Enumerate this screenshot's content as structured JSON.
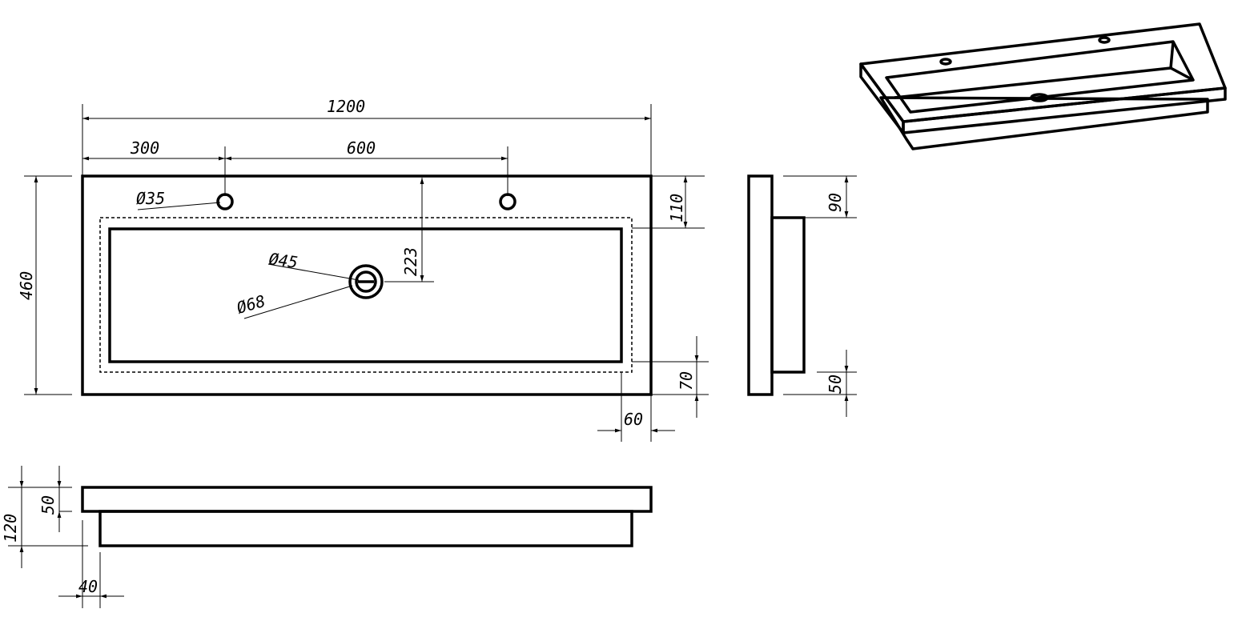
{
  "title": "Sink technical drawing",
  "top_view": {
    "overall_width": "1200",
    "tap_offset": "300",
    "tap_spacing": "600",
    "depth": "460",
    "tap_diameter": "Ø35",
    "drain_inner_diameter": "Ø45",
    "drain_outer_diameter": "Ø68",
    "drain_from_back": "223",
    "rim_back": "110",
    "rim_front": "70",
    "rim_side": "60"
  },
  "side_view": {
    "top_thickness": "90",
    "bottom_offset": "50"
  },
  "front_view": {
    "total_height": "120",
    "top_thickness": "50",
    "side_offset": "40"
  },
  "colors": {
    "line": "#000000",
    "background": "#ffffff"
  }
}
